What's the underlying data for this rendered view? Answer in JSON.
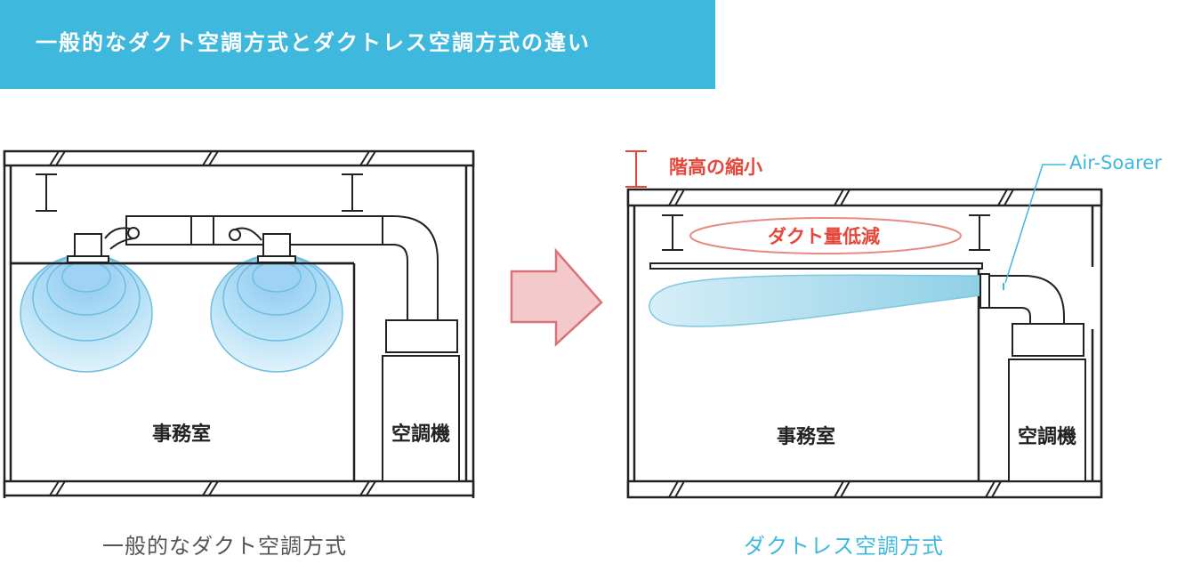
{
  "header": {
    "title": "一般的なダクト空調方式とダクトレス空調方式の違い"
  },
  "left_diagram": {
    "room_label": "事務室",
    "unit_label": "空調機",
    "caption": "一般的なダクト空調方式"
  },
  "right_diagram": {
    "floor_height_label": "階高の縮小",
    "duct_reduction_label": "ダクト量低減",
    "product_label": "Air-Soarer",
    "room_label": "事務室",
    "unit_label": "空調機",
    "caption": "ダクトレス空調方式"
  },
  "colors": {
    "banner": "#3fb8dd",
    "accent_red": "#e5473a",
    "accent_blue": "#3fb8dd",
    "arrow_fill": "#f3c9cc",
    "arrow_stroke": "#d9727a"
  }
}
